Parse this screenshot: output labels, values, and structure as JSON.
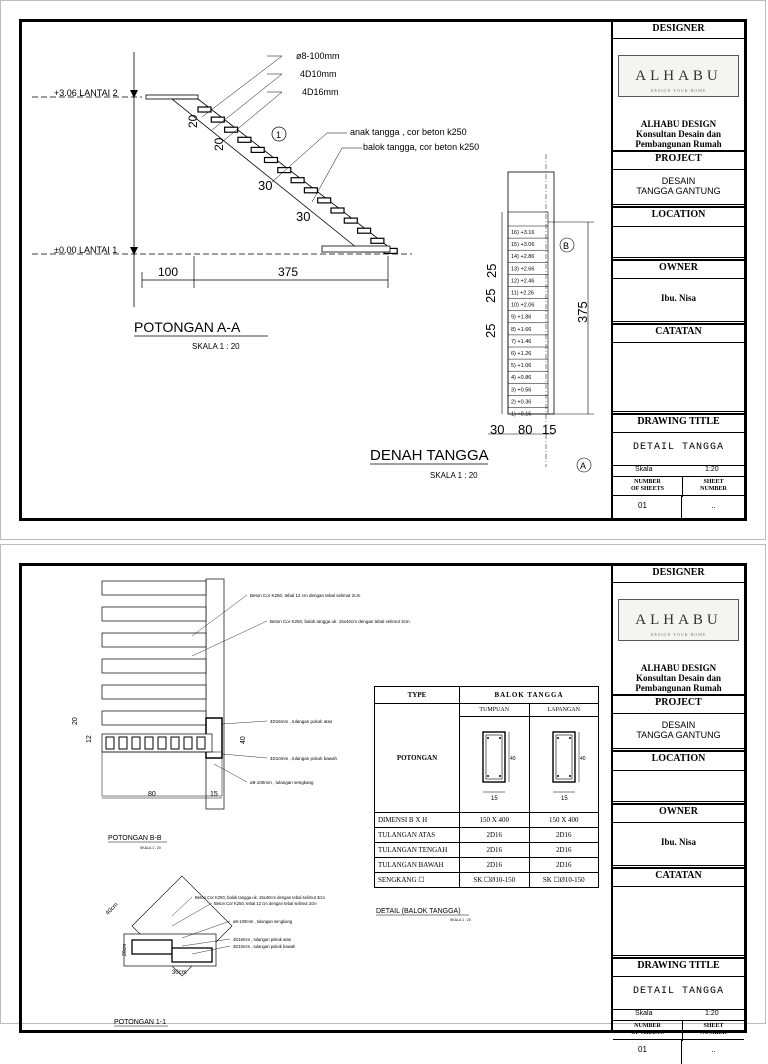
{
  "sheet1": {
    "annotations": {
      "bar_stirrup": "ø8-100mm",
      "bar_4d10": "4D10mm",
      "bar_4d16": "4D16mm",
      "tread_note": "anak tangga , cor beton k250",
      "beam_note": "balok tangga, cor beton k250",
      "level_top": "+3.06 LANTAI 2",
      "level_bottom": "±0.00 LANTAI 1",
      "dim_20a": "20",
      "dim_20b": "20",
      "dim_30a": "30",
      "dim_30b": "30",
      "dim_100": "100",
      "dim_375": "375",
      "marker_1": "1",
      "marker_b": "B",
      "marker_a": "A",
      "dim_25a": "25",
      "dim_25b": "25",
      "dim_25c": "25",
      "dim_375v": "375",
      "dim_30": "30",
      "dim_80": "80",
      "dim_15": "15"
    },
    "steps": [
      "16) +3.16",
      "15) +3.06",
      "14) +2.86",
      "13) +2.66",
      "12) +2.46",
      "11) +2.26",
      "10) +2.06",
      "9) +1.86",
      "8) +1.66",
      "7) +1.46",
      "6) +1.26",
      "5) +1.06",
      "4) +0.86",
      "3) +0.56",
      "2) +0.36",
      "1) +0.16"
    ],
    "section_title": "POTONGAN A-A",
    "section_scale": "SKALA      1 : 20",
    "plan_title": "DENAH TANGGA",
    "plan_scale": "SKALA      1 : 20"
  },
  "sheet2": {
    "notes": {
      "n1": "Beton Cor K250, tebal 12 cm dengan tebal selimut 2cm",
      "n2": "Beton Cor K250, balok tangga uk. 15x40cm dengan tebal selimut 3cm",
      "n3": "4D16mm , tulangan pokok atas",
      "n4": "4D10mm , tulangan pokok bawah",
      "n5": "ø8-100mm , tulangan sengkang",
      "n6": "Beton Cor K250, balok tangga uk. 15x40cm dengan tebal selimut 3cm",
      "n7": "Beton Cor K250, tebal 12 cm dengan tebal selimut 2cm",
      "n8": "ø8-100mm , tulangan sengkang",
      "n9": "4D16mm , tulangan pokok atas",
      "n10": "4D10mm , tulangan pokok bawah"
    },
    "dims": {
      "d20": "20",
      "d12": "12",
      "d40": "40",
      "d80": "80",
      "d15": "15",
      "d40cm": "40cm",
      "d30cm": "30cm",
      "d20cm": "20cm"
    },
    "section_bb": "POTONGAN B-B",
    "section_bb_scale": "SKALA 1 : 20",
    "detail_title": "DETAIL (BALOK TANGGA)",
    "detail_scale": "SKALA 1 : 20",
    "section_11": "POTONGAN 1-1",
    "schedule": {
      "type_label": "TYPE",
      "type_value": "BALOK TANGGA",
      "col_tumpuan": "TUMPUAN",
      "col_lapangan": "LAPANGAN",
      "potongan_label": "POTONGAN",
      "rows": [
        {
          "label": "DIMENSI  B X H",
          "a": "150 X 400",
          "b": "150 X 400"
        },
        {
          "label": "TULANGAN ATAS",
          "a": "2D16",
          "b": "2D16"
        },
        {
          "label": "TULANGAN TENGAH",
          "a": "2D16",
          "b": "2D16"
        },
        {
          "label": "TULANGAN BAWAH",
          "a": "2D16",
          "b": "2D16"
        },
        {
          "label": "SENGKANG ☐",
          "a": "SK ☐Ø10-150",
          "b": "SK ☐Ø10-150"
        }
      ],
      "beam_w": "15",
      "beam_h": "40"
    }
  },
  "titleblock": {
    "designer_label": "DESIGNER",
    "logo_main": "ALHABU",
    "logo_sub": "DESIGN YOUR HOME",
    "firm_name": "ALHABU DESIGN",
    "firm_line2": "Konsultan Desain dan",
    "firm_line3": "Pembangunan Rumah",
    "project_label": "PROJECT",
    "project_value_1": "DESAIN",
    "project_value_2": "TANGGA GANTUNG",
    "location_label": "LOCATION",
    "owner_label": "OWNER",
    "owner_value": "Ibu.  Nisa",
    "catatan_label": "CATATAN",
    "drawing_title_label": "DRAWING TITLE",
    "drawing_title_value": "DETAIL  TANGGA",
    "scale_label": "Skala",
    "scale_value": "1:20",
    "sheets_label_1": "NUMBER",
    "sheets_label_2": "OF SHEETS",
    "sheet_no_label_1": "SHEET",
    "sheet_no_label_2": "NUMBER",
    "sheets_value": "01",
    "sheet_no_value": ".."
  }
}
